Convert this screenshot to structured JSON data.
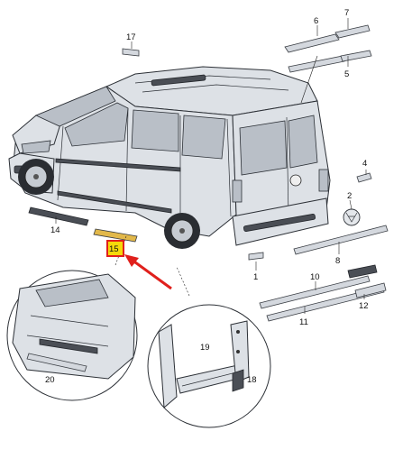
{
  "labels": {
    "p1": "1",
    "p2": "2",
    "p4": "4",
    "p5": "5",
    "p6": "6",
    "p7": "7",
    "p8": "8",
    "p10": "10",
    "p11": "11",
    "p12": "12",
    "p14": "14",
    "p15": "15",
    "p17": "17",
    "p18": "18",
    "p19": "19",
    "p20": "20"
  },
  "colors": {
    "highlight_fill": "#f5d90a",
    "highlight_border": "#e0201c",
    "arrow": "#e0201c"
  }
}
